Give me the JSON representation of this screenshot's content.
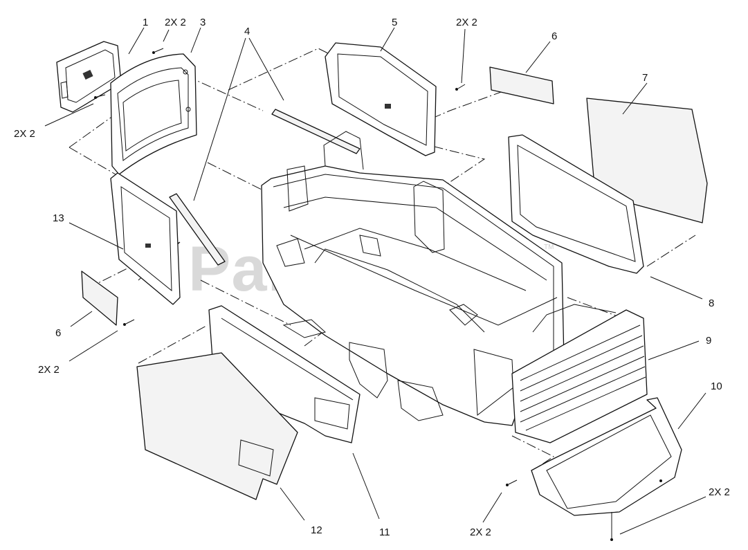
{
  "watermark": {
    "text": "PartsTree",
    "trademark": "TM"
  },
  "callouts": {
    "c1": "1",
    "c2x2_a": "2X 2",
    "c3": "3",
    "c4": "4",
    "c5": "5",
    "c2x2_b": "2X 2",
    "c6_top": "6",
    "c7": "7",
    "c2x2_c": "2X 2",
    "c13": "13",
    "c8": "8",
    "c9": "9",
    "c6_bottom": "6",
    "c2x2_d": "2X 2",
    "c10": "10",
    "c2x2_e": "2X 2",
    "c12": "12",
    "c11": "11",
    "c2x2_f": "2X 2"
  }
}
